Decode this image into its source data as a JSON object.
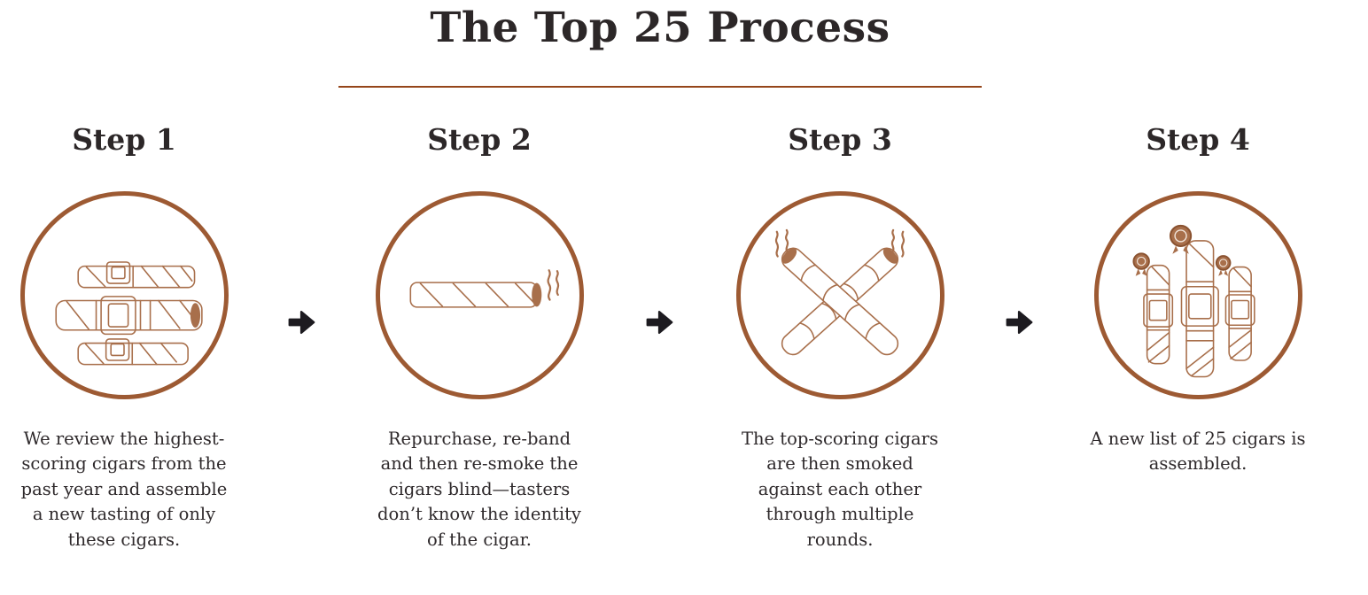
{
  "page": {
    "title": "The Top 25 Process"
  },
  "colors": {
    "background": "#ffffff",
    "heading_text": "#2c2728",
    "body_text": "#2e292b",
    "divider_rust": "#95451a",
    "circle_brown": "#9d5a33",
    "line_art_brown": "#a86f4b",
    "arrow_black": "#1d1b20"
  },
  "steps": [
    {
      "label": "Step 1",
      "icon": "three-banded-cigars-icon",
      "description": "We review the highest-\nscoring cigars from the\npast year and assemble\na new tasting of only\nthese cigars."
    },
    {
      "label": "Step 2",
      "icon": "lit-cigar-icon",
      "description": "Repurchase, re-band\nand then re-smoke the\ncigars blind—tasters\ndon’t know the identity\nof the cigar."
    },
    {
      "label": "Step 3",
      "icon": "crossed-smoking-cigars-icon",
      "description": "The top-scoring cigars\nare then smoked\nagainst each other\nthrough multiple\nrounds."
    },
    {
      "label": "Step 4",
      "icon": "awarded-cigars-icon",
      "description": "A new list of 25 cigars is\nassembled."
    }
  ],
  "flow": {
    "arrow_icon": "right-arrow-icon",
    "arrow_count": 3
  }
}
